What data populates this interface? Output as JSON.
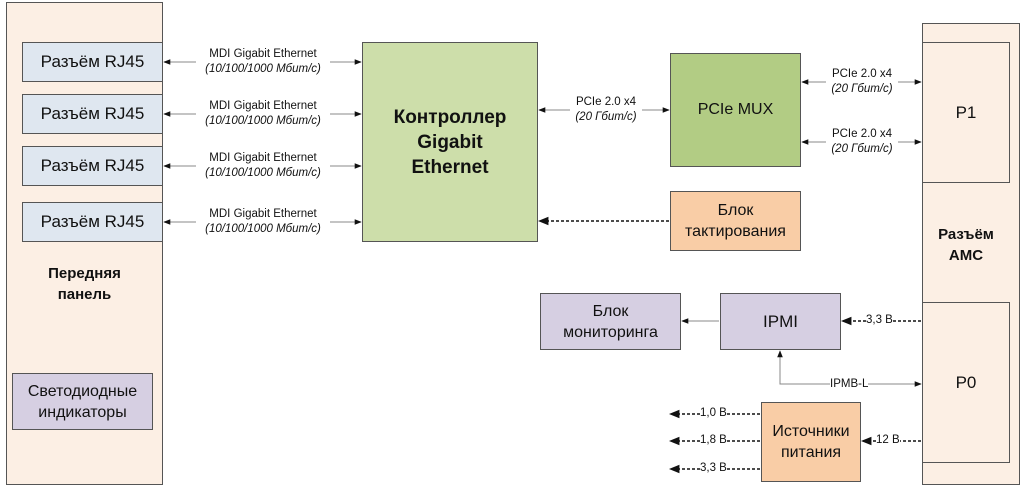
{
  "front_panel": {
    "title_line1": "Передняя",
    "title_line2": "панель",
    "rj45": [
      "Разъём RJ45",
      "Разъём RJ45",
      "Разъём RJ45",
      "Разъём RJ45"
    ],
    "leds_line1": "Светодиодные",
    "leds_line2": "индикаторы"
  },
  "links": {
    "mdi": [
      {
        "name": "MDI Gigabit Ethernet",
        "speed": "(10/100/1000 Мбит/с)"
      },
      {
        "name": "MDI Gigabit Ethernet",
        "speed": "(10/100/1000 Мбит/с)"
      },
      {
        "name": "MDI Gigabit Ethernet",
        "speed": "(10/100/1000 Мбит/с)"
      },
      {
        "name": "MDI Gigabit Ethernet",
        "speed": "(10/100/1000 Мбит/с)"
      }
    ],
    "pcie_ctrl_mux": {
      "name": "PCIe 2.0 x4",
      "speed": "(20 Гбит/с)"
    },
    "pcie_mux_p1": [
      {
        "name": "PCIe 2.0 x4",
        "speed": "(20 Гбит/с)"
      },
      {
        "name": "PCIe 2.0 x4",
        "speed": "(20 Гбит/с)"
      }
    ],
    "ipmi_power": "3,3 В",
    "ipmb": "IPMB-L",
    "psu_in": "12 В",
    "psu_out": [
      "1,0 В",
      "1,8 В",
      "3,3 В"
    ]
  },
  "controller": {
    "line1": "Контроллер",
    "line2": "Gigabit",
    "line3": "Ethernet"
  },
  "pcie_mux": "PCIe MUX",
  "clock": {
    "line1": "Блок",
    "line2": "тактирования"
  },
  "monitor": {
    "line1": "Блок",
    "line2": "мониторинга"
  },
  "ipmi": "IPMI",
  "psu": {
    "line1": "Источники",
    "line2": "питания"
  },
  "amc": {
    "p1": "P1",
    "p0": "P0",
    "title_line1": "Разъём",
    "title_line2": "AMC"
  },
  "colors": {
    "panel": "#fcefe4",
    "rj45": "#dfe7f0",
    "controller": "#cddeaa",
    "mux": "#b2cc84",
    "orange": "#f9cda6",
    "purple": "#d6cfe2"
  }
}
